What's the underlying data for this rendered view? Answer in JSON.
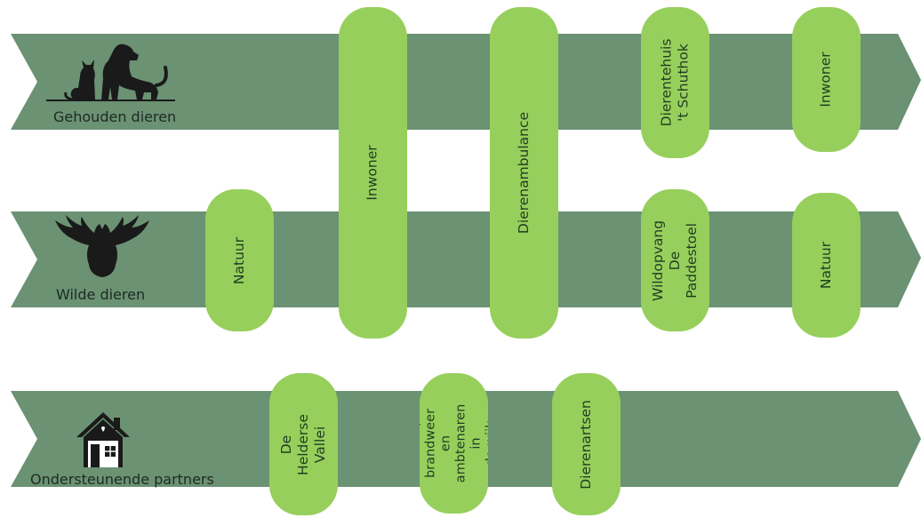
{
  "colors": {
    "arrow": "#6b9273",
    "pill": "#97cf5c",
    "icon": "#1a1a1a",
    "text": "#1e2a22"
  },
  "rows": {
    "kept_animals": {
      "label": "Gehouden dieren",
      "icon": "cat-and-dog-icon"
    },
    "wild_animals": {
      "label": "Wilde dieren",
      "icon": "owl-icon"
    },
    "partners": {
      "label": "Ondersteunende partners",
      "icon": "house-icon"
    }
  },
  "pills": {
    "natuur_left": "Natuur",
    "inwoner_tall": "Inwoner",
    "dierenambulance": "Dierenambulance",
    "dierentehuis": "Dierentehuis\n't Schuthok",
    "inwoner_right": "Inwoner",
    "wildopvang": "Wildopvang De\nPaddestoel",
    "natuur_right": "Natuur",
    "helderse_vallei": "De Helderse\nVallei",
    "politie": "Politie, brandweer\nen ambtenaren in\nde wijk",
    "dierenartsen": "Dierenartsen"
  }
}
